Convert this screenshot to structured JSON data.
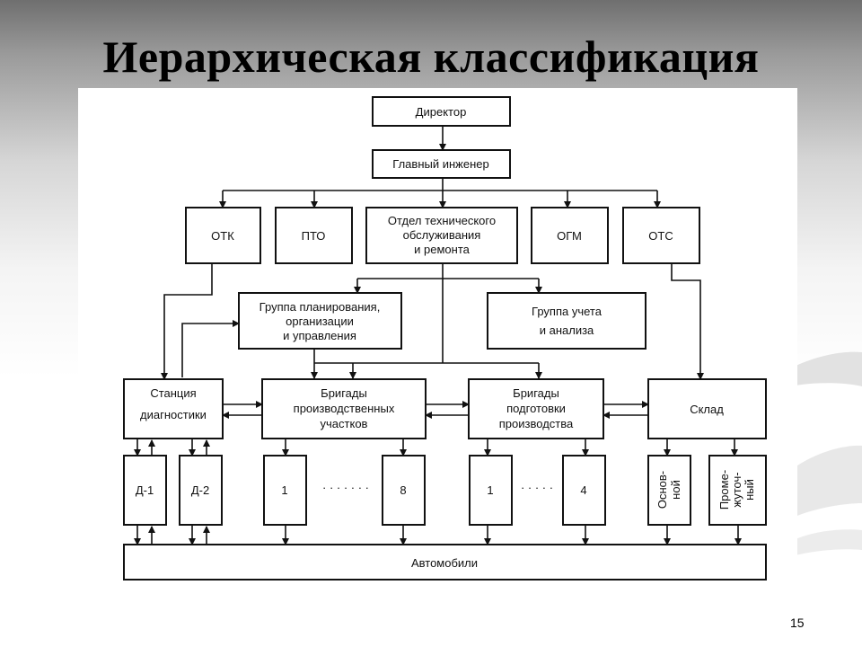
{
  "slide": {
    "title": "Иерархическая классификация",
    "page_number": "15"
  },
  "diagram": {
    "director": "Директор",
    "chief_engineer": "Главный инженер",
    "otk": "ОТК",
    "pto": "ПТО",
    "maintenance_dept": [
      "Отдел технического",
      "обслуживания",
      "и ремонта"
    ],
    "ogm": "ОГМ",
    "ots": "ОТС",
    "planning_group": [
      "Группа планирования,",
      "организации",
      "и управления"
    ],
    "accounting_group": [
      "Группа учета",
      "и анализа"
    ],
    "diagnostics_station": [
      "Станция",
      "диагностики"
    ],
    "production_brigades": [
      "Бригады",
      "производственных",
      "участков"
    ],
    "preparation_brigades": [
      "Бригады",
      "подготовки",
      "производства"
    ],
    "warehouse": "Склад",
    "d1": "Д-1",
    "d2": "Д-2",
    "prod_first": "1",
    "prod_last": "8",
    "prep_first": "1",
    "prep_last": "4",
    "dots": "· · · · · · ·",
    "dots_short": "· · · · ·",
    "main_store": [
      "Основ-",
      "ной"
    ],
    "interim_store": [
      "Проме-",
      "жуточ-",
      "ный"
    ],
    "vehicles": "Автомобили"
  }
}
